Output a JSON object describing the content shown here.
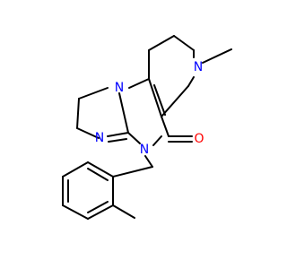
{
  "molecule": {
    "atom_labels": {
      "n_imidazoline_top": "N",
      "n_imine": "N",
      "n_amide": "N",
      "n_piperidine": "N",
      "o_carbonyl": "O"
    },
    "colors": {
      "bond": "#000000",
      "nitrogen": "#0000ff",
      "oxygen": "#ff0000",
      "background": "#ffffff"
    }
  }
}
